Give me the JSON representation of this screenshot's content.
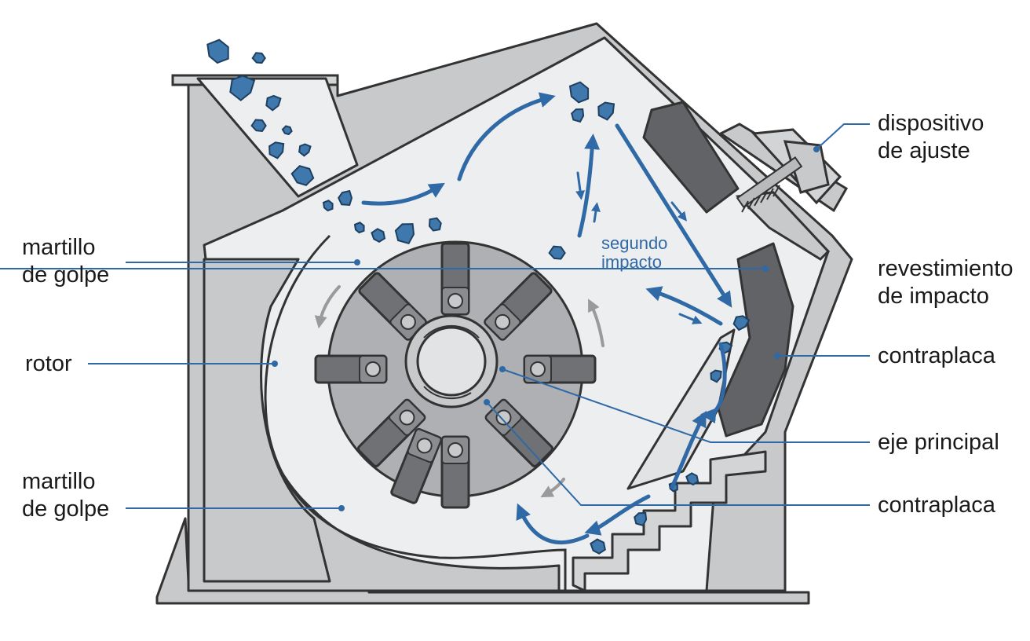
{
  "labels": {
    "dispositivo_ajuste": [
      "dispositivo",
      "de ajuste"
    ],
    "martillo_top": [
      "martillo",
      "de golpe"
    ],
    "revestimiento": [
      "revestimiento",
      "de impacto"
    ],
    "rotor": "rotor",
    "contraplaca_upper": "contraplaca",
    "eje_principal": "eje principal",
    "martillo_bottom": [
      "martillo",
      "de golpe"
    ],
    "contraplaca_lower": "contraplaca",
    "segundo_impacto": [
      "segundo",
      "impacto"
    ]
  },
  "colors": {
    "outline": "#333333",
    "body_fill": "#c7c9cb",
    "chamber_fill": "#eceeef",
    "rotor_fill": "#aeb0b3",
    "hammer_fill": "#6f7175",
    "liner_fill": "#616366",
    "material_blue": "#3e78ad",
    "arrow_blue": "#2f69a6",
    "leader_blue": "#2f69a6",
    "rotation_gray": "#9a9a9a"
  },
  "icons": [
    "rotation-arrow-icon",
    "flow-arrow-icon"
  ]
}
